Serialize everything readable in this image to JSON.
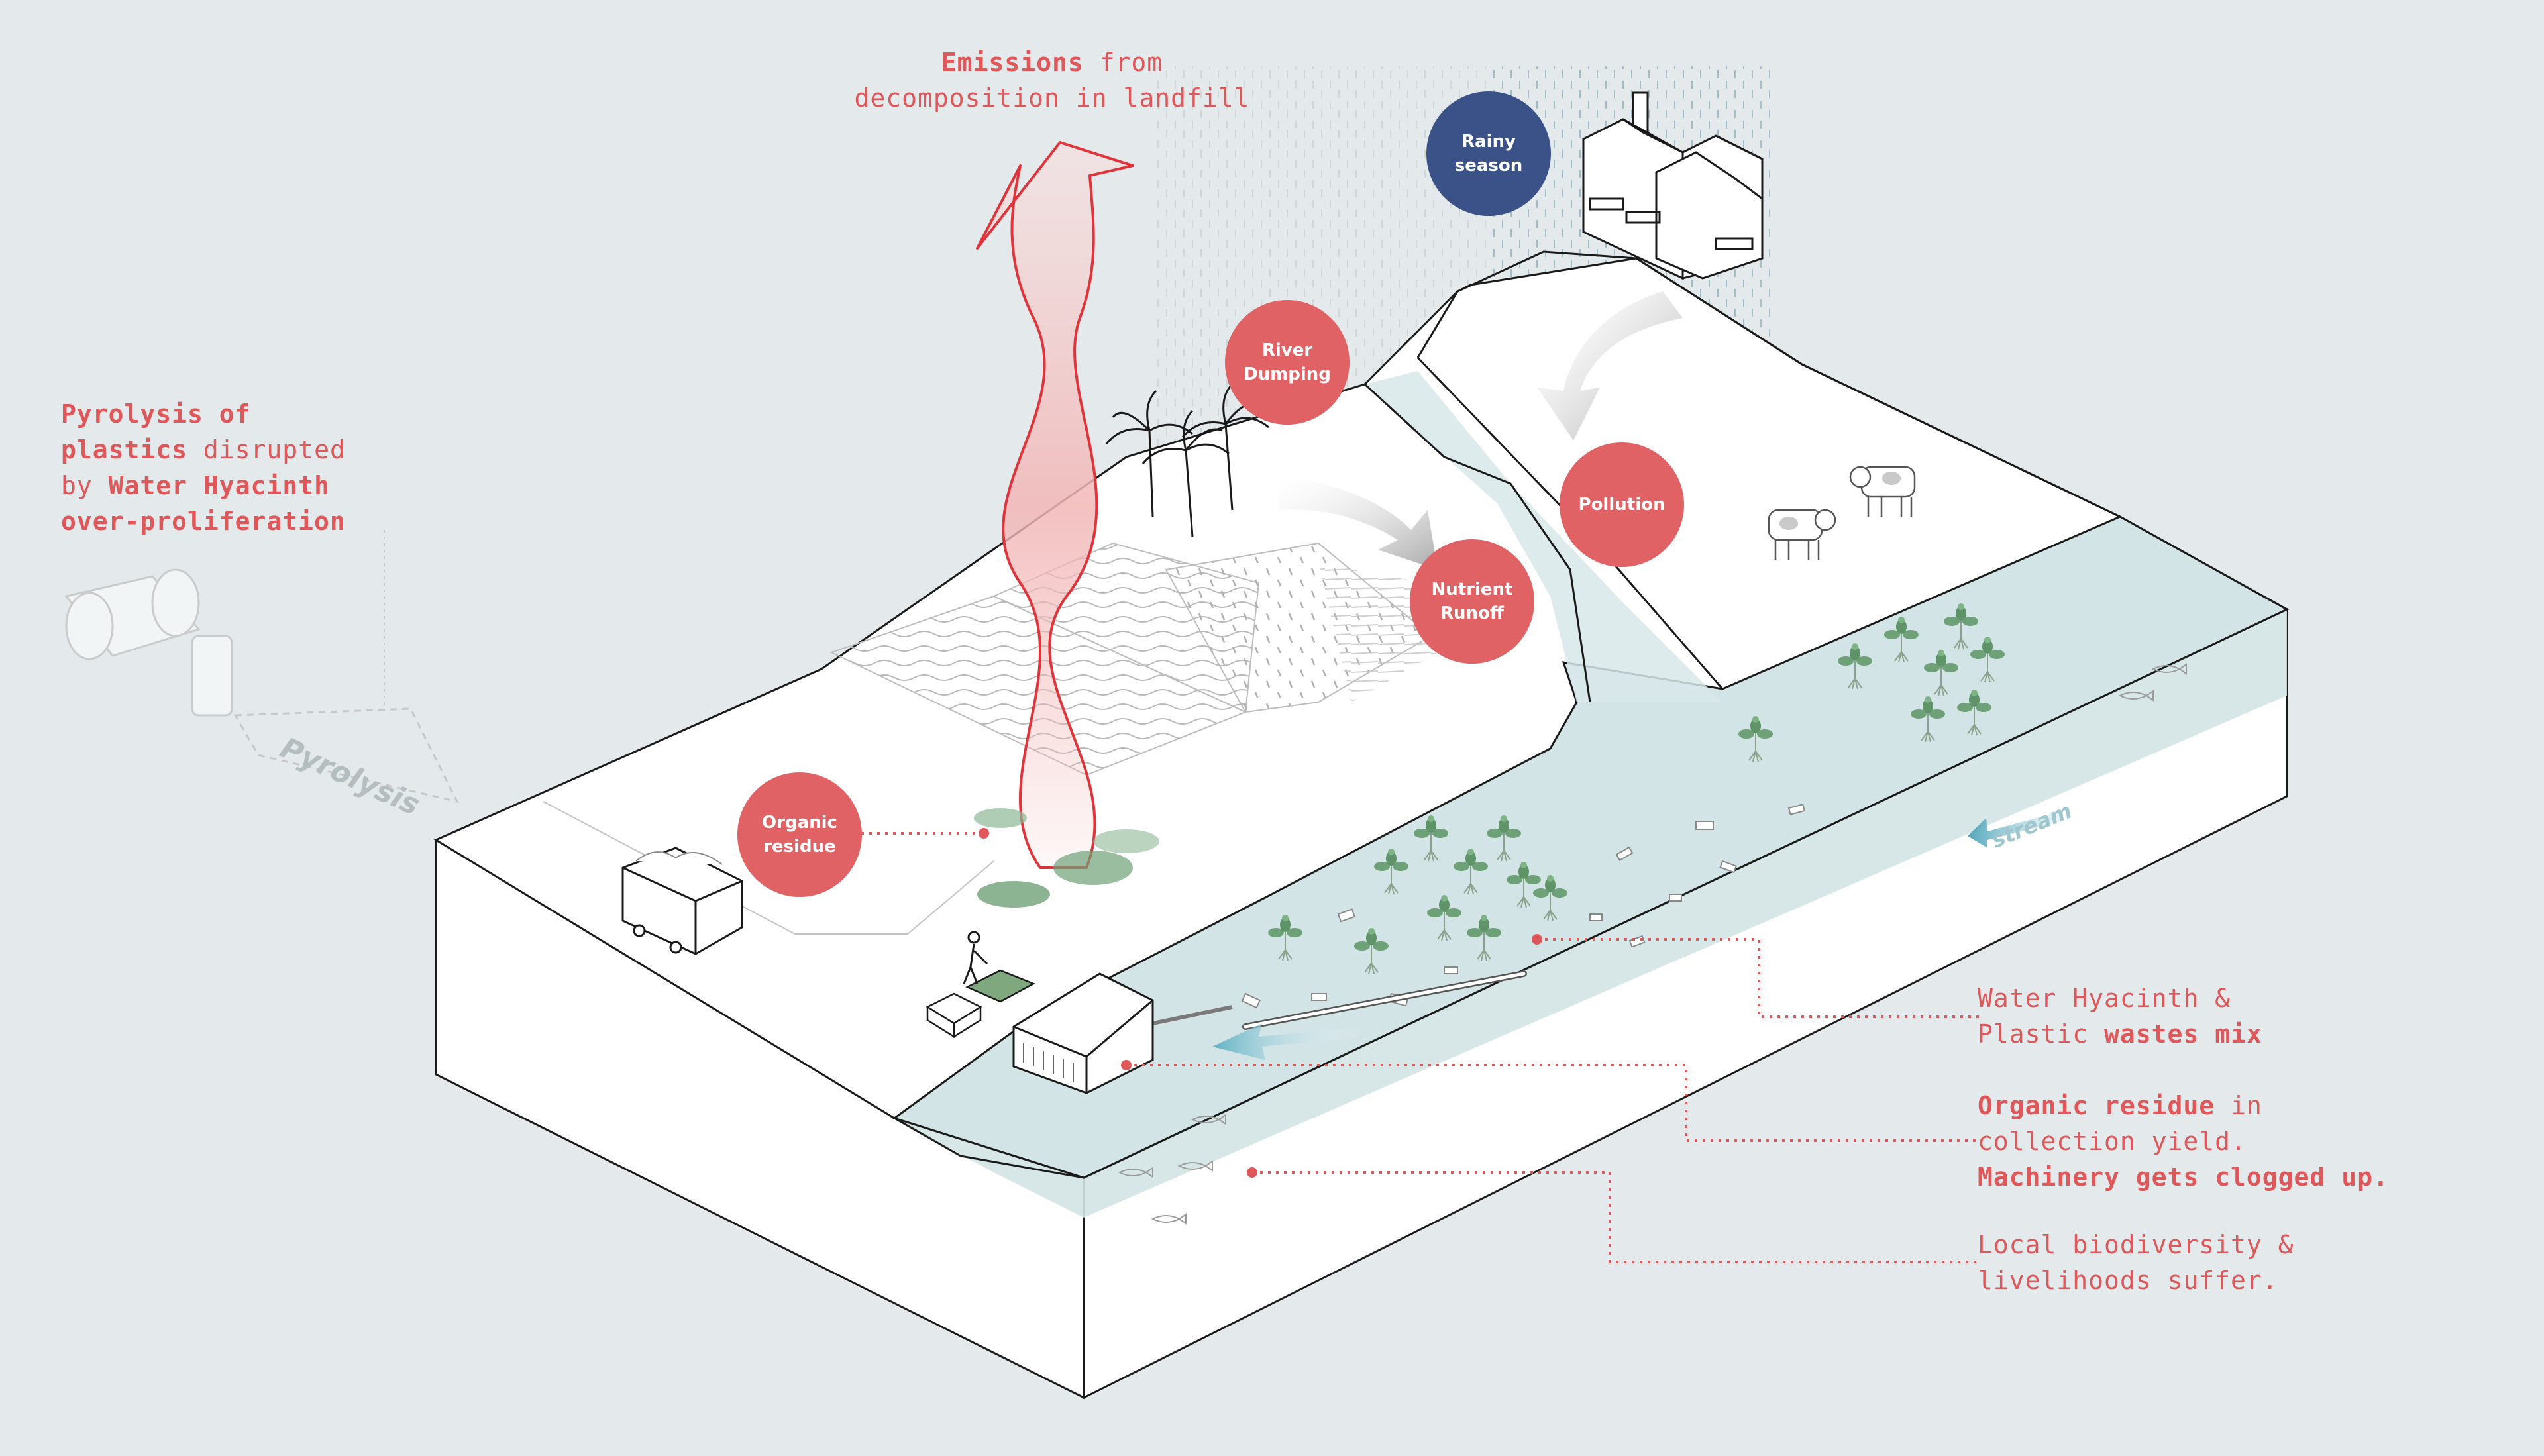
{
  "title": {
    "bold": "Emissions",
    "rest": "from",
    "line2": "decomposition in landfill"
  },
  "left_note": {
    "l1_bold": "Pyrolysis of",
    "l2_bold": "plastics",
    "l2_rest": "disrupted",
    "l3_rest": "by",
    "l3_bold": "Water Hyacinth",
    "l4_bold": "over-proliferation"
  },
  "labels": {
    "pyrolysis": "Pyrolysis",
    "stream": "stream"
  },
  "circles": [
    {
      "id": "rainy",
      "text1": "Rainy",
      "text2": "season",
      "color": "#3a5288"
    },
    {
      "id": "river",
      "text1": "River",
      "text2": "Dumping",
      "color": "#e06264"
    },
    {
      "id": "pollution",
      "text1": "Pollution",
      "text2": "",
      "color": "#e06264"
    },
    {
      "id": "nutrient",
      "text1": "Nutrient",
      "text2": "Runoff",
      "color": "#e06264"
    },
    {
      "id": "organic",
      "text1": "Organic",
      "text2": "residue",
      "color": "#e06264"
    }
  ],
  "right_notes": {
    "n1_l1": "Water Hyacinth &",
    "n1_l2_rest": "Plastic",
    "n1_l2_bold": "wastes mix",
    "n2_l1_bold": "Organic residue",
    "n2_l1_rest": "in",
    "n2_l2": "collection yield.",
    "n2_l3_bold": "Machinery gets clogged up.",
    "n3_l1": "Local biodiversity &",
    "n3_l2": "livelihoods suffer."
  },
  "colors": {
    "background": "#e4eaeb",
    "accent_red": "#e06264",
    "rainy_blue": "#3a5288",
    "water": "#d3e4e6",
    "plant_green": "#6fa178",
    "stream_arrow": "#6bb5c5"
  }
}
